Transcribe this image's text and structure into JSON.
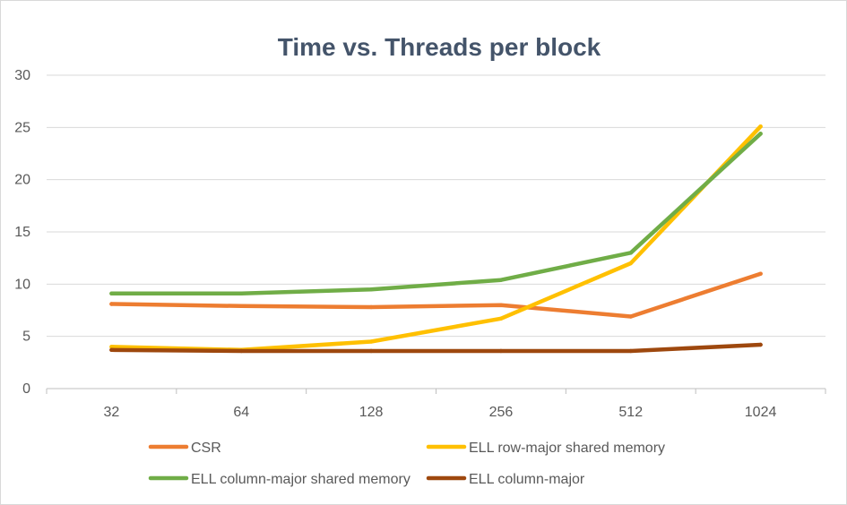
{
  "chart_data": {
    "type": "line",
    "title": "Time vs. Threads per block",
    "xlabel": "",
    "ylabel": "",
    "categories": [
      "32",
      "64",
      "128",
      "256",
      "512",
      "1024"
    ],
    "ylim": [
      0,
      30
    ],
    "yticks": [
      0,
      5,
      10,
      15,
      20,
      25,
      30
    ],
    "grid": true,
    "legend_position": "bottom",
    "series": [
      {
        "name": "CSR",
        "color": "#ed7d31",
        "values": [
          8.1,
          7.9,
          7.8,
          8.0,
          6.9,
          11.0
        ]
      },
      {
        "name": "ELL row-major shared memory",
        "color": "#ffc000",
        "values": [
          4.0,
          3.7,
          4.5,
          6.7,
          12.0,
          25.1
        ]
      },
      {
        "name": "ELL column-major shared memory",
        "color": "#70ad47",
        "values": [
          9.1,
          9.1,
          9.5,
          10.4,
          13.0,
          24.4
        ]
      },
      {
        "name": "ELL column-major",
        "color": "#9e480e",
        "values": [
          3.7,
          3.6,
          3.6,
          3.6,
          3.6,
          4.2
        ]
      }
    ]
  }
}
